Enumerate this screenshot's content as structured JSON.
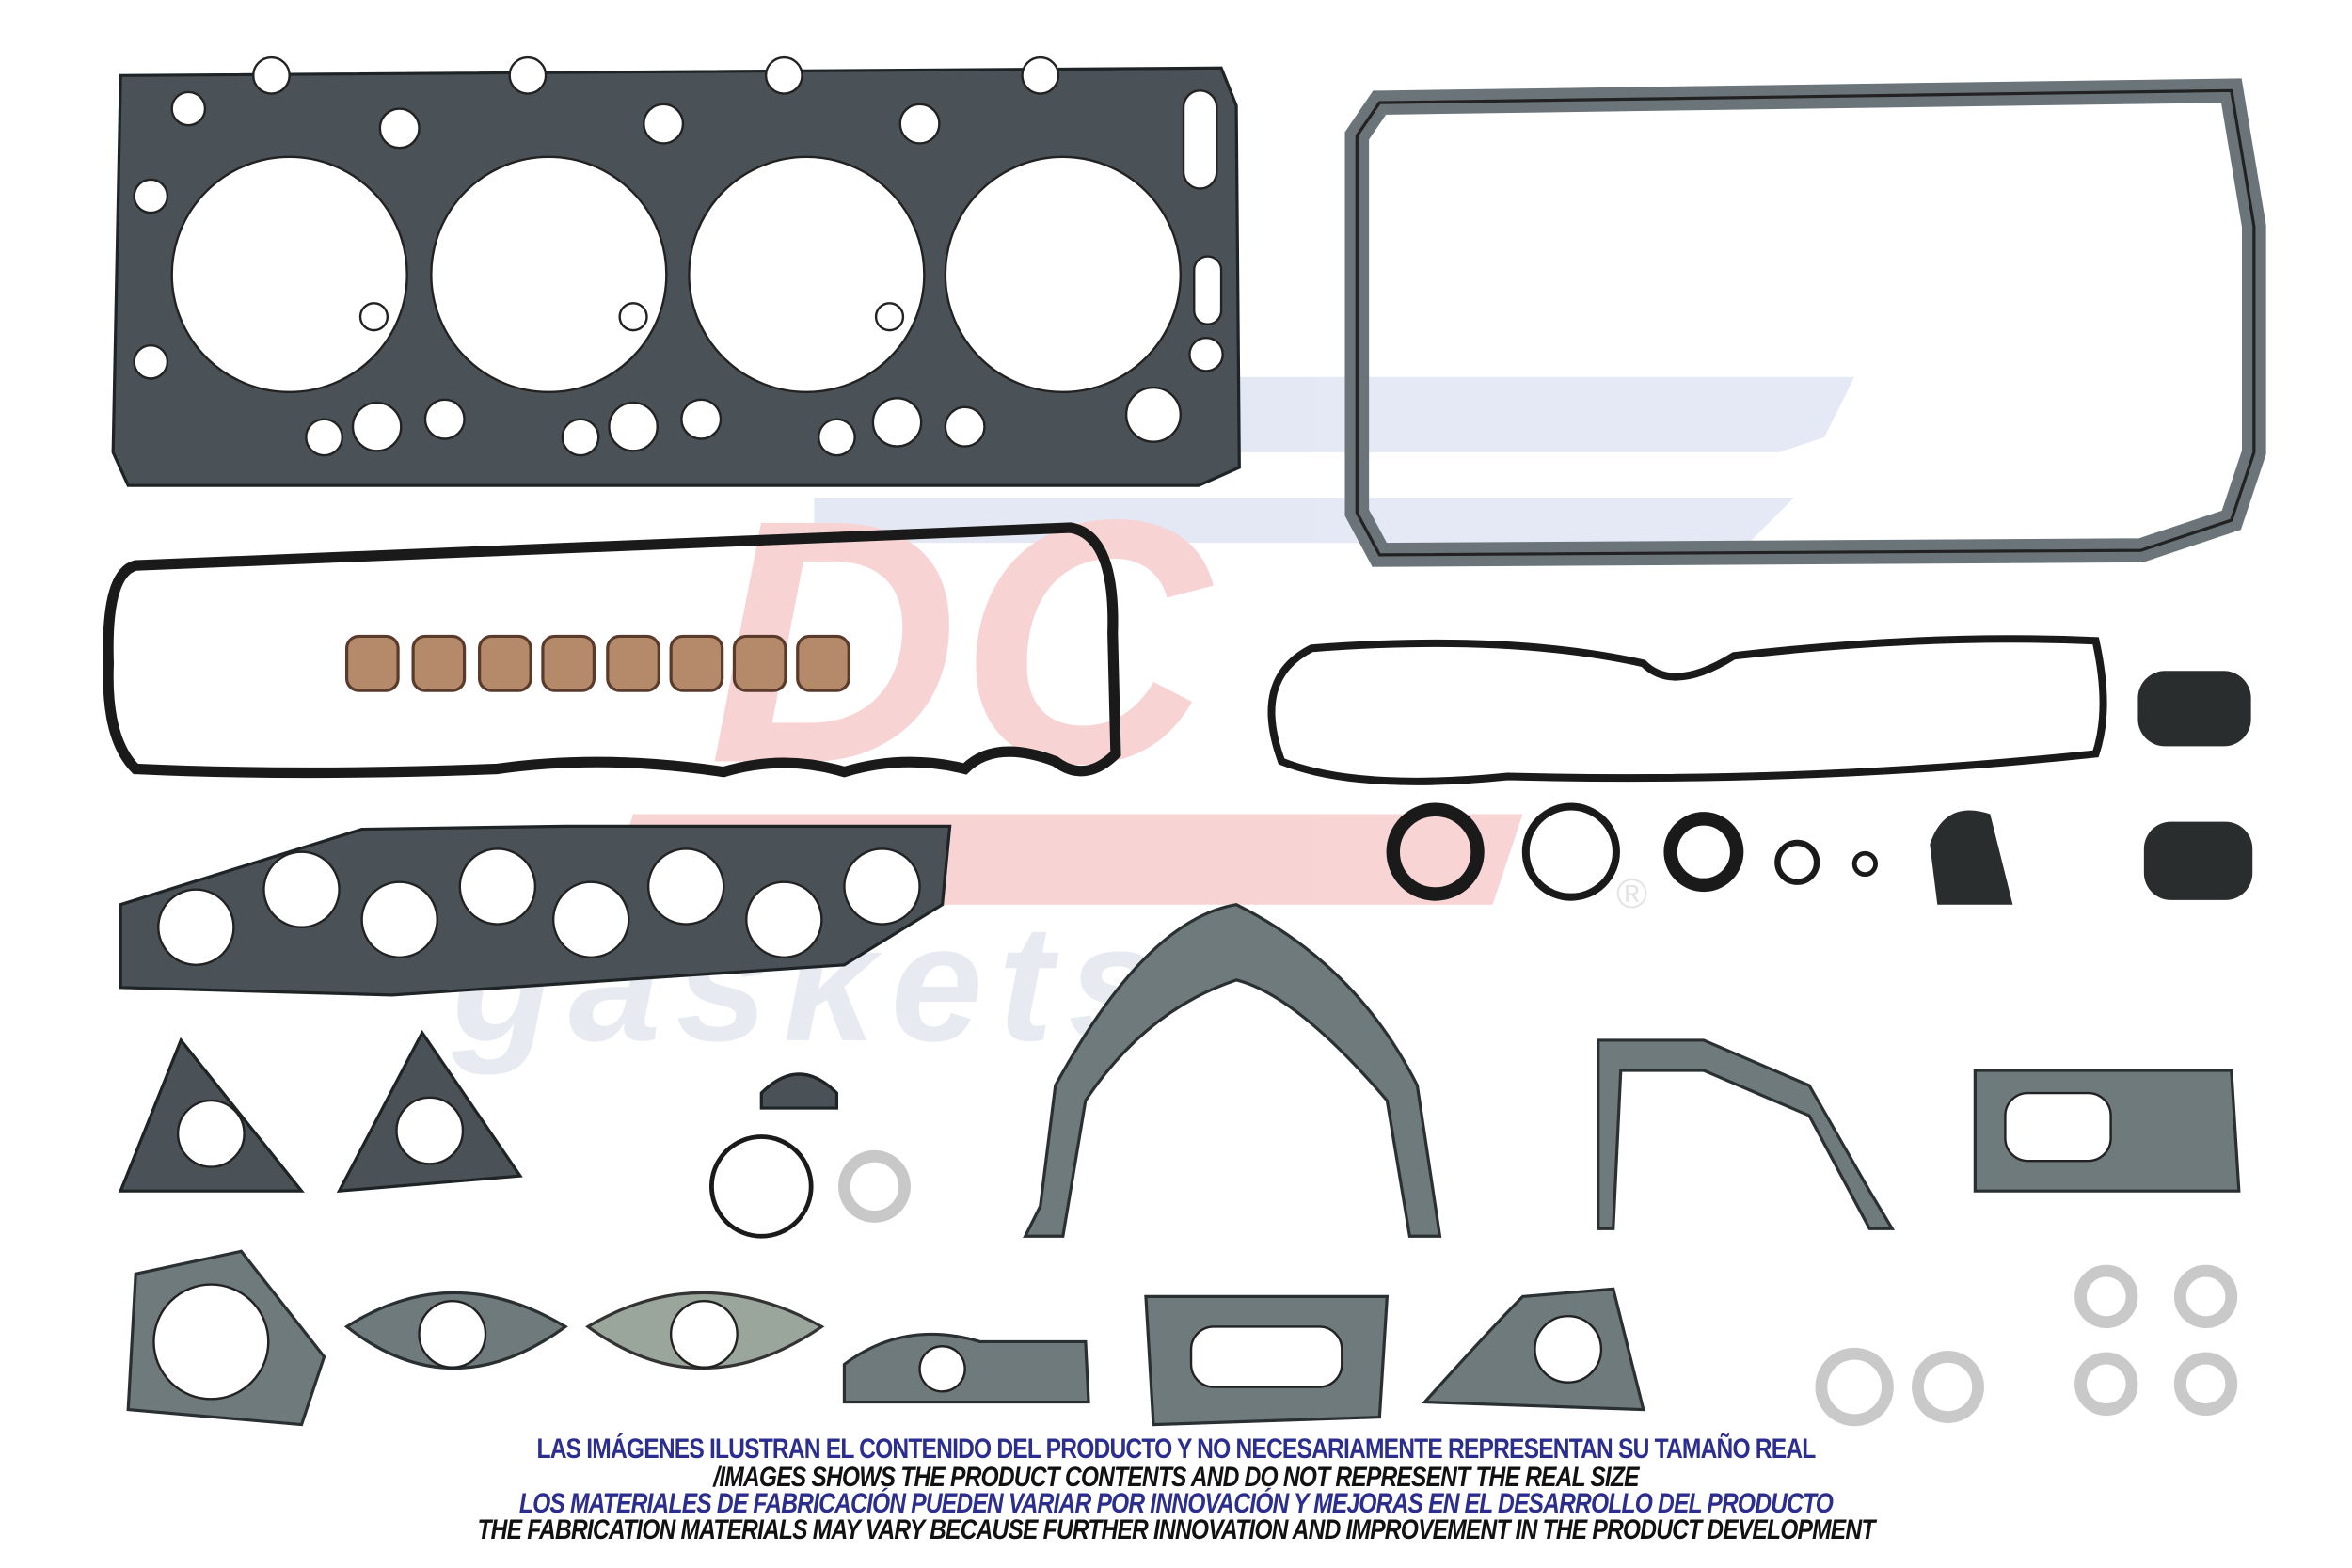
{
  "logo": {
    "mark": "DC",
    "word": "gaskets",
    "registered": "®"
  },
  "disclaimer": {
    "line1": "LAS IMÁGENES ILUSTRAN EL CONTENIDO DEL PRODUCTO Y NO NECESARIAMENTE REPRESENTAN SU TAMAÑO REAL",
    "line2": "/IMAGES SHOWS THE PRODUCT CONTENTS AND DO NOT REPRESENT THE REAL SIZE",
    "line3": "LOS MATERIALES DE FABRICACIÓN PUEDEN VARIAR POR INNOVACIÓN Y MEJORAS EN EL DESARROLLO DEL PRODUCTO",
    "line4": "THE FABRICATION MATERIALS MAY VARY BECAUSE FURTHER INNOVATION AND IMPROVEMENT IN THE PRODUCT DEVELOPMENT"
  },
  "colors": {
    "blue_text": "#2b2d8f",
    "gasket": "#4a5257",
    "logo_red": "#e03a3a",
    "logo_blue": "#8a9ad0"
  }
}
